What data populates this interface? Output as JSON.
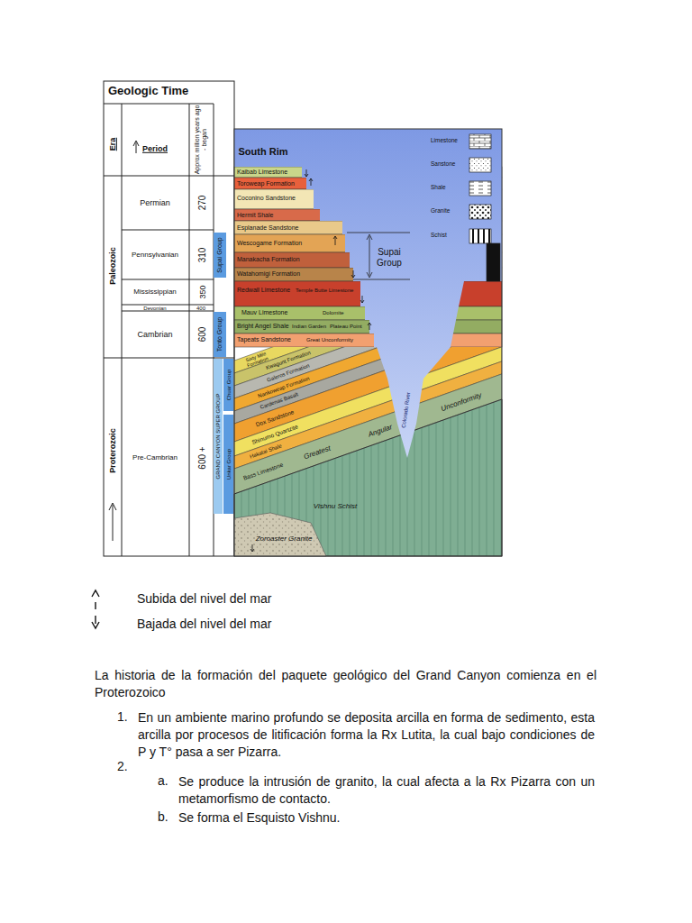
{
  "diagram": {
    "labels": [
      "Geologic Time",
      "Era",
      "Period",
      "Approx million years ago - began",
      "Paleozoic",
      "Permian",
      "270",
      "Pennsylvanian",
      "310",
      "Mississippian",
      "350",
      "Devonian",
      "400",
      "Cambrian",
      "600",
      "Proterozoic",
      "Pre-Cambrian",
      "600 +",
      "Supai Group",
      "Tonto Group",
      "GRAND CANYON SUPER GROUP",
      "Chuar Group",
      "Unkar Group",
      "South Rim",
      "Kaibab Limestone",
      "Toroweap Formation",
      "Coconino Sandstone",
      "Hermit Shale",
      "Esplanade Sandstone",
      "Wescogame Formation",
      "Manakacha Formation",
      "Watahomigi Formation",
      "Redwall Limestone",
      "Temple Butte Limestone",
      "Mauv Limestone",
      "Dolomite",
      "Bright Angel Shale",
      "Indian Garden",
      "Plateau Point",
      "Tapeats Sandstone",
      "Great Unconformity",
      "Supai Group",
      "Sixty Mile Formation",
      "Kwagunt Formation",
      "Galeros Formation",
      "Nankoweap Formation",
      "Cardenas Basalt",
      "Dox Sandstone",
      "Shinumo Quartzite",
      "Hakatai Shale",
      "Bass Limestone",
      "Greatest",
      "Angular",
      "Unconformity",
      "Colorado River",
      "Vishnu Schist",
      "Zoroaster Granite",
      "La historia de la formación del paquete geológico del Grand Canyon comienza en el Proterozoico",
      "1.",
      "En un ambiente marino profundo se deposita arcilla en forma de sedimento, esta arcilla por procesos de litificación forma la Rx Lutita, la cual bajo condiciones de P y T° pasa a ser Pizarra.",
      "2.",
      "a.",
      "Se produce la intrusión de granito, la cual afecta a la Rx Pizarra con un metamorfismo de contacto.",
      "b.",
      "Se forma el Esquisto Vishnu."
    ],
    "legend": [
      {
        "text": "Limestone"
      },
      {
        "text": "Sanstone"
      },
      {
        "text": "Shale"
      },
      {
        "text": "Granite"
      },
      {
        "text": "Schist"
      },
      {
        "text": "Subida del nivel del mar"
      },
      {
        "text": "Bajada del nivel del mar"
      }
    ]
  }
}
